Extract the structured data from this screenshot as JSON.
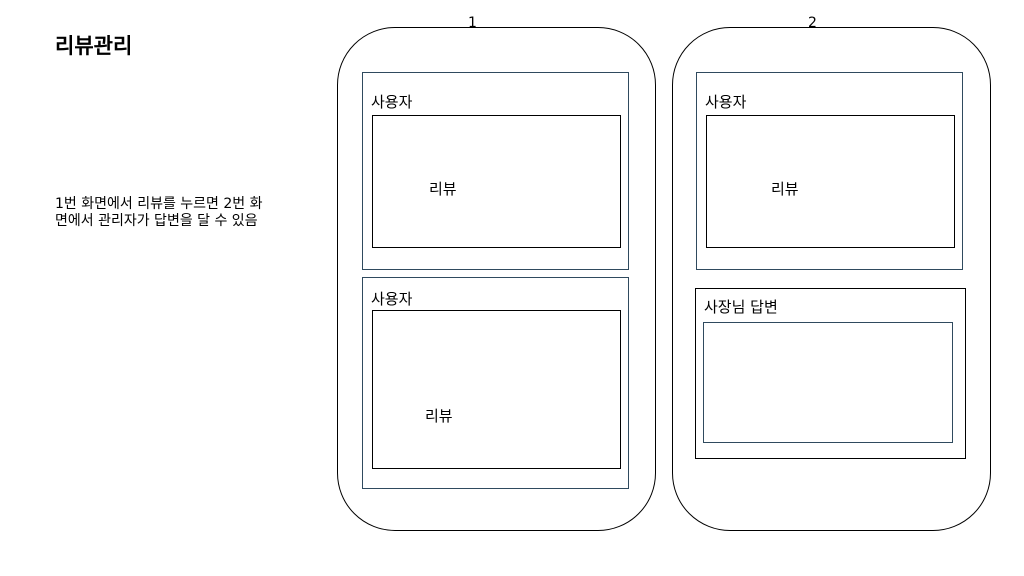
{
  "page": {
    "title": "리뷰관리",
    "description": "1번 화면에서 리뷰를 누르면 2번 화면에서 관리자가 답변을 달 수 있음"
  },
  "screen1": {
    "number": "1",
    "review_cards": [
      {
        "label": "사용자",
        "content": "리뷰"
      },
      {
        "label": "사용자",
        "content": "리뷰"
      }
    ]
  },
  "screen2": {
    "number": "2",
    "review_card": {
      "label": "사용자",
      "content": "리뷰"
    },
    "reply_card": {
      "label": "사장님 답변",
      "content": ""
    }
  }
}
